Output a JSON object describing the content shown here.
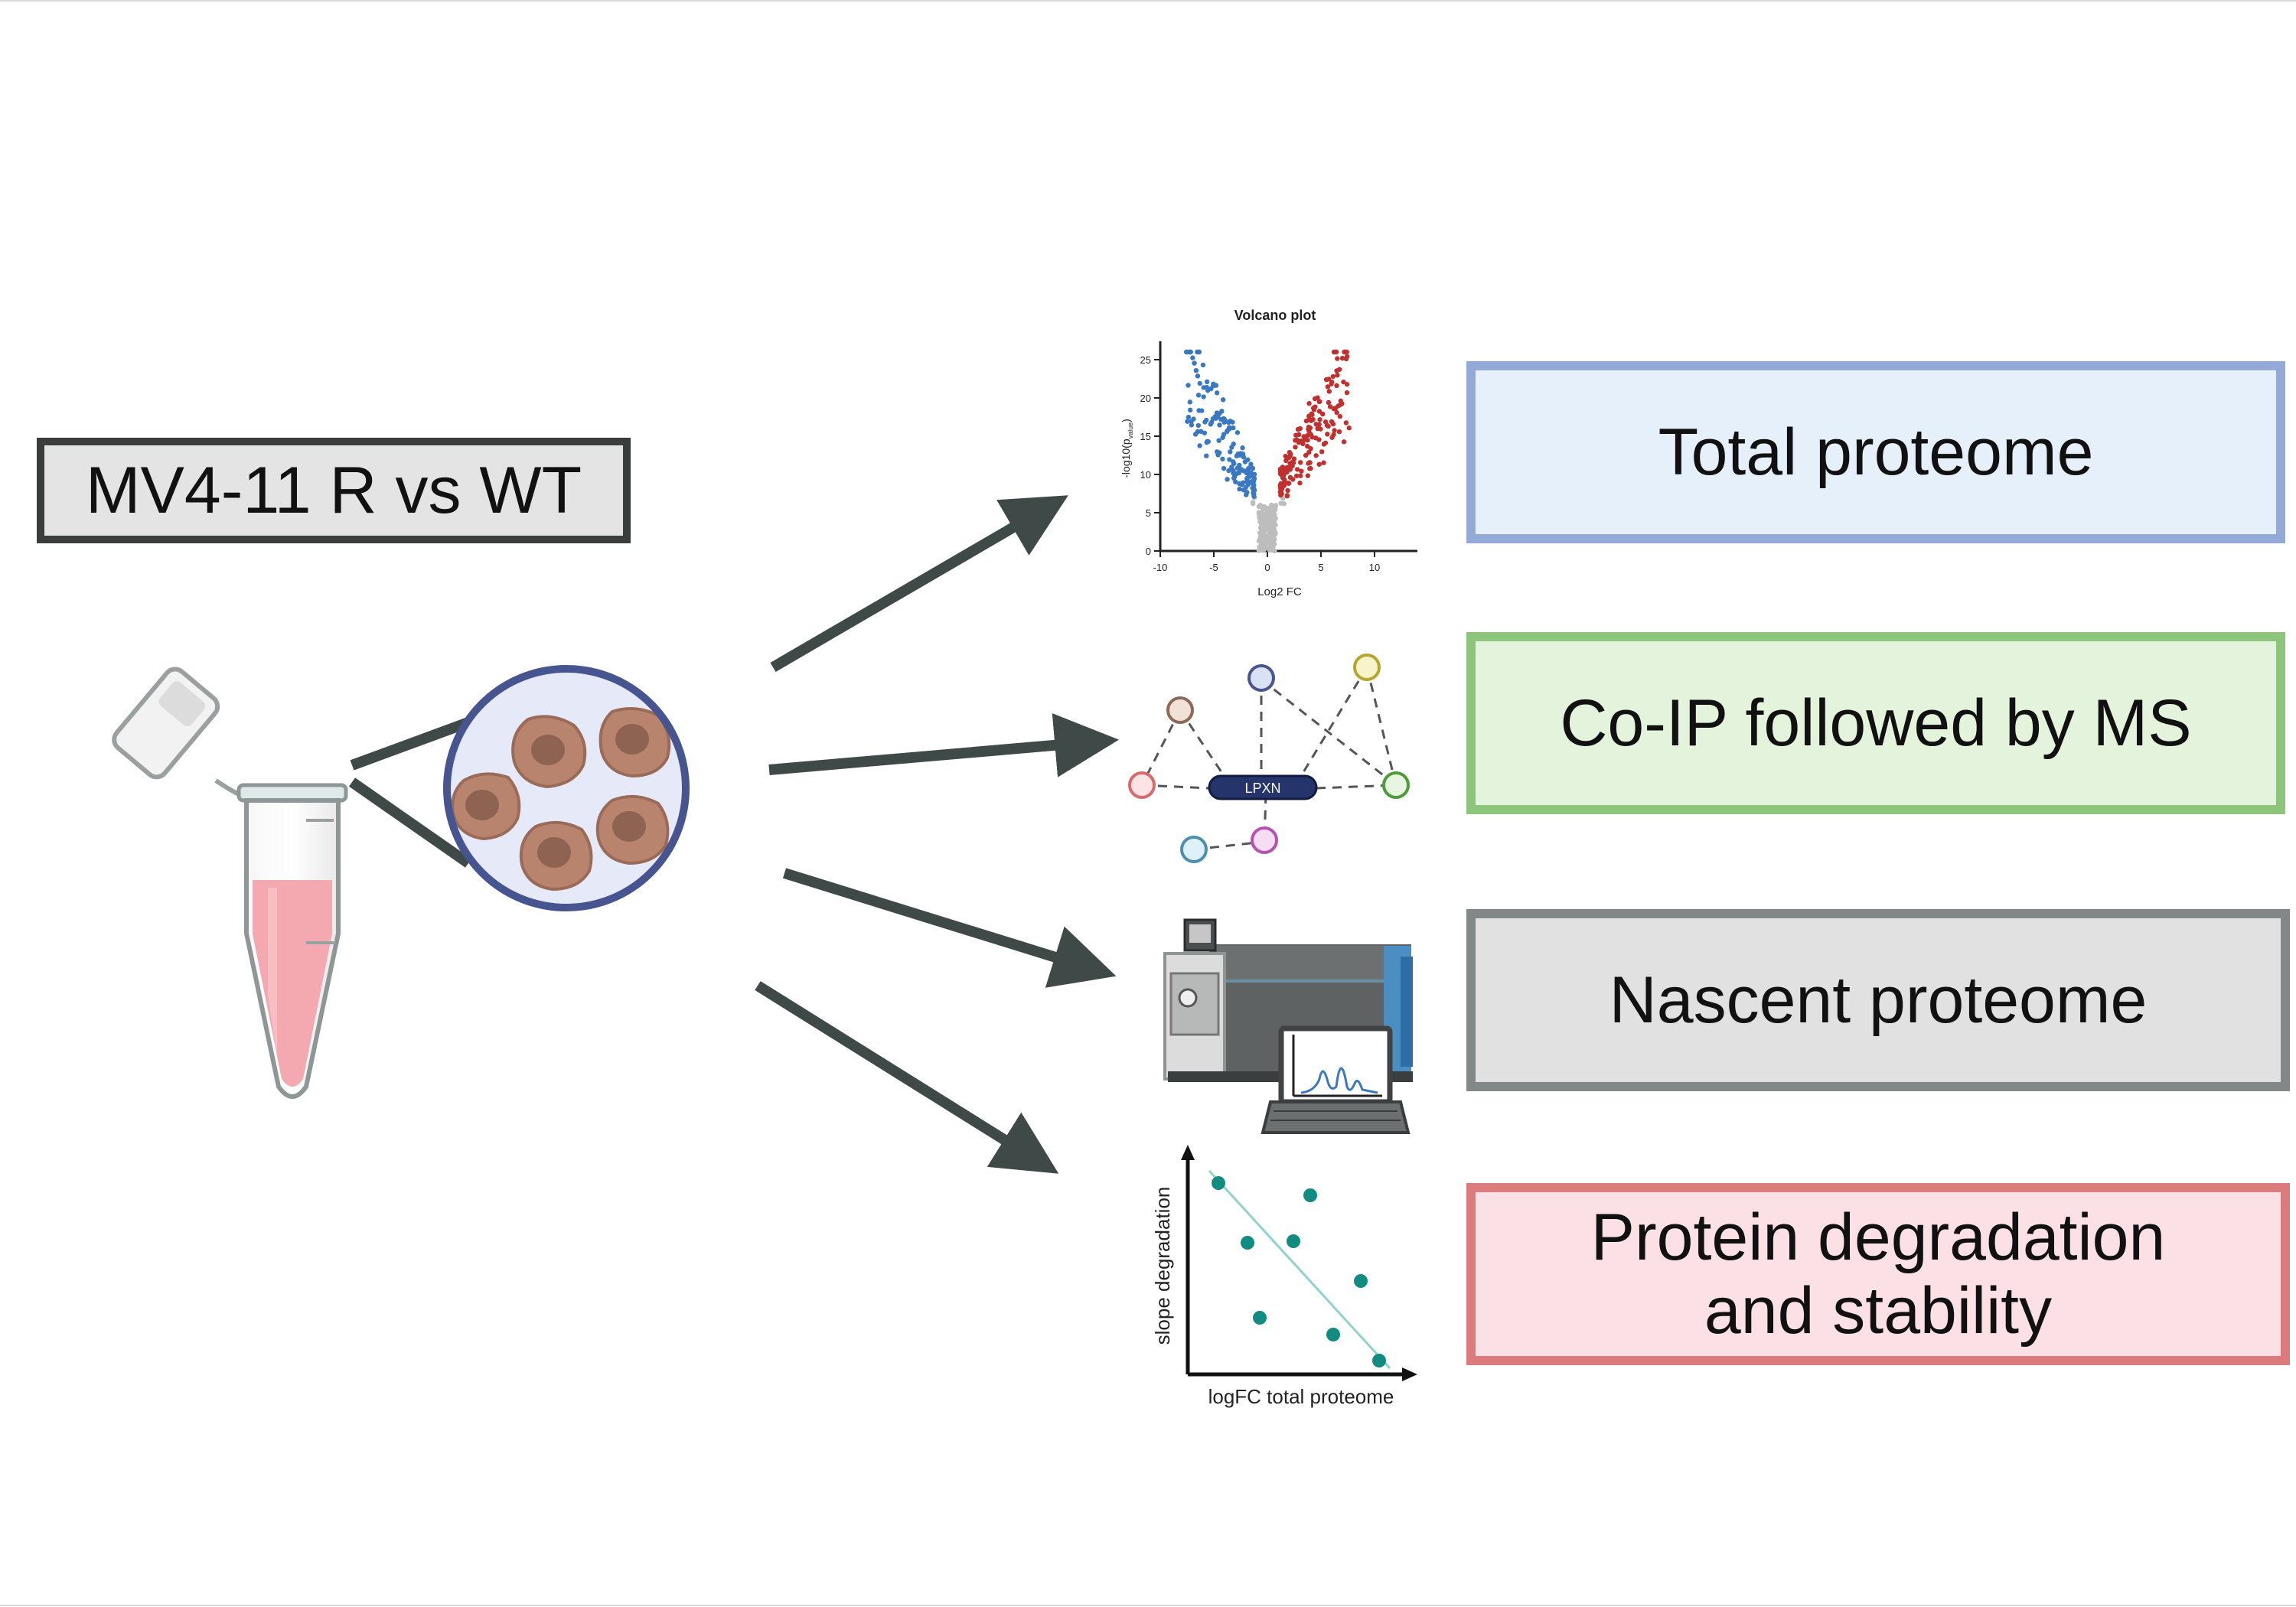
{
  "sample_label": "MV4-11 R vs WT",
  "outputs": {
    "total_proteome": "Total proteome",
    "coip": "Co-IP followed by MS",
    "nascent": "Nascent proteome",
    "degradation_line1": "Protein degradation",
    "degradation_line2": "and stability"
  },
  "volcano": {
    "title": "Volcano plot",
    "xlabel": "Log2 FC",
    "ylabel": "-log10(p",
    "ylabel_sub": "value",
    "ylabel_close": ")",
    "x_ticks": [
      "-10",
      "-5",
      "0",
      "5",
      "10"
    ],
    "y_ticks": [
      "0",
      "5",
      "10",
      "15",
      "20",
      "25"
    ]
  },
  "network": {
    "center_label": "LPXN"
  },
  "scatter": {
    "xlabel": "logFC total proteome",
    "ylabel": "slope degradation"
  },
  "colors": {
    "arrow": "#3f4a48",
    "down_regulated": "#3a78c2",
    "up_regulated": "#c0302f",
    "not_significant": "#bdbdbd",
    "scatter_point": "#128b80",
    "trend_line": "#8fd3cc",
    "tube_liquid": "#f4a9b0",
    "cell": "#b8846e",
    "magnifier_ring": "#46548f"
  }
}
